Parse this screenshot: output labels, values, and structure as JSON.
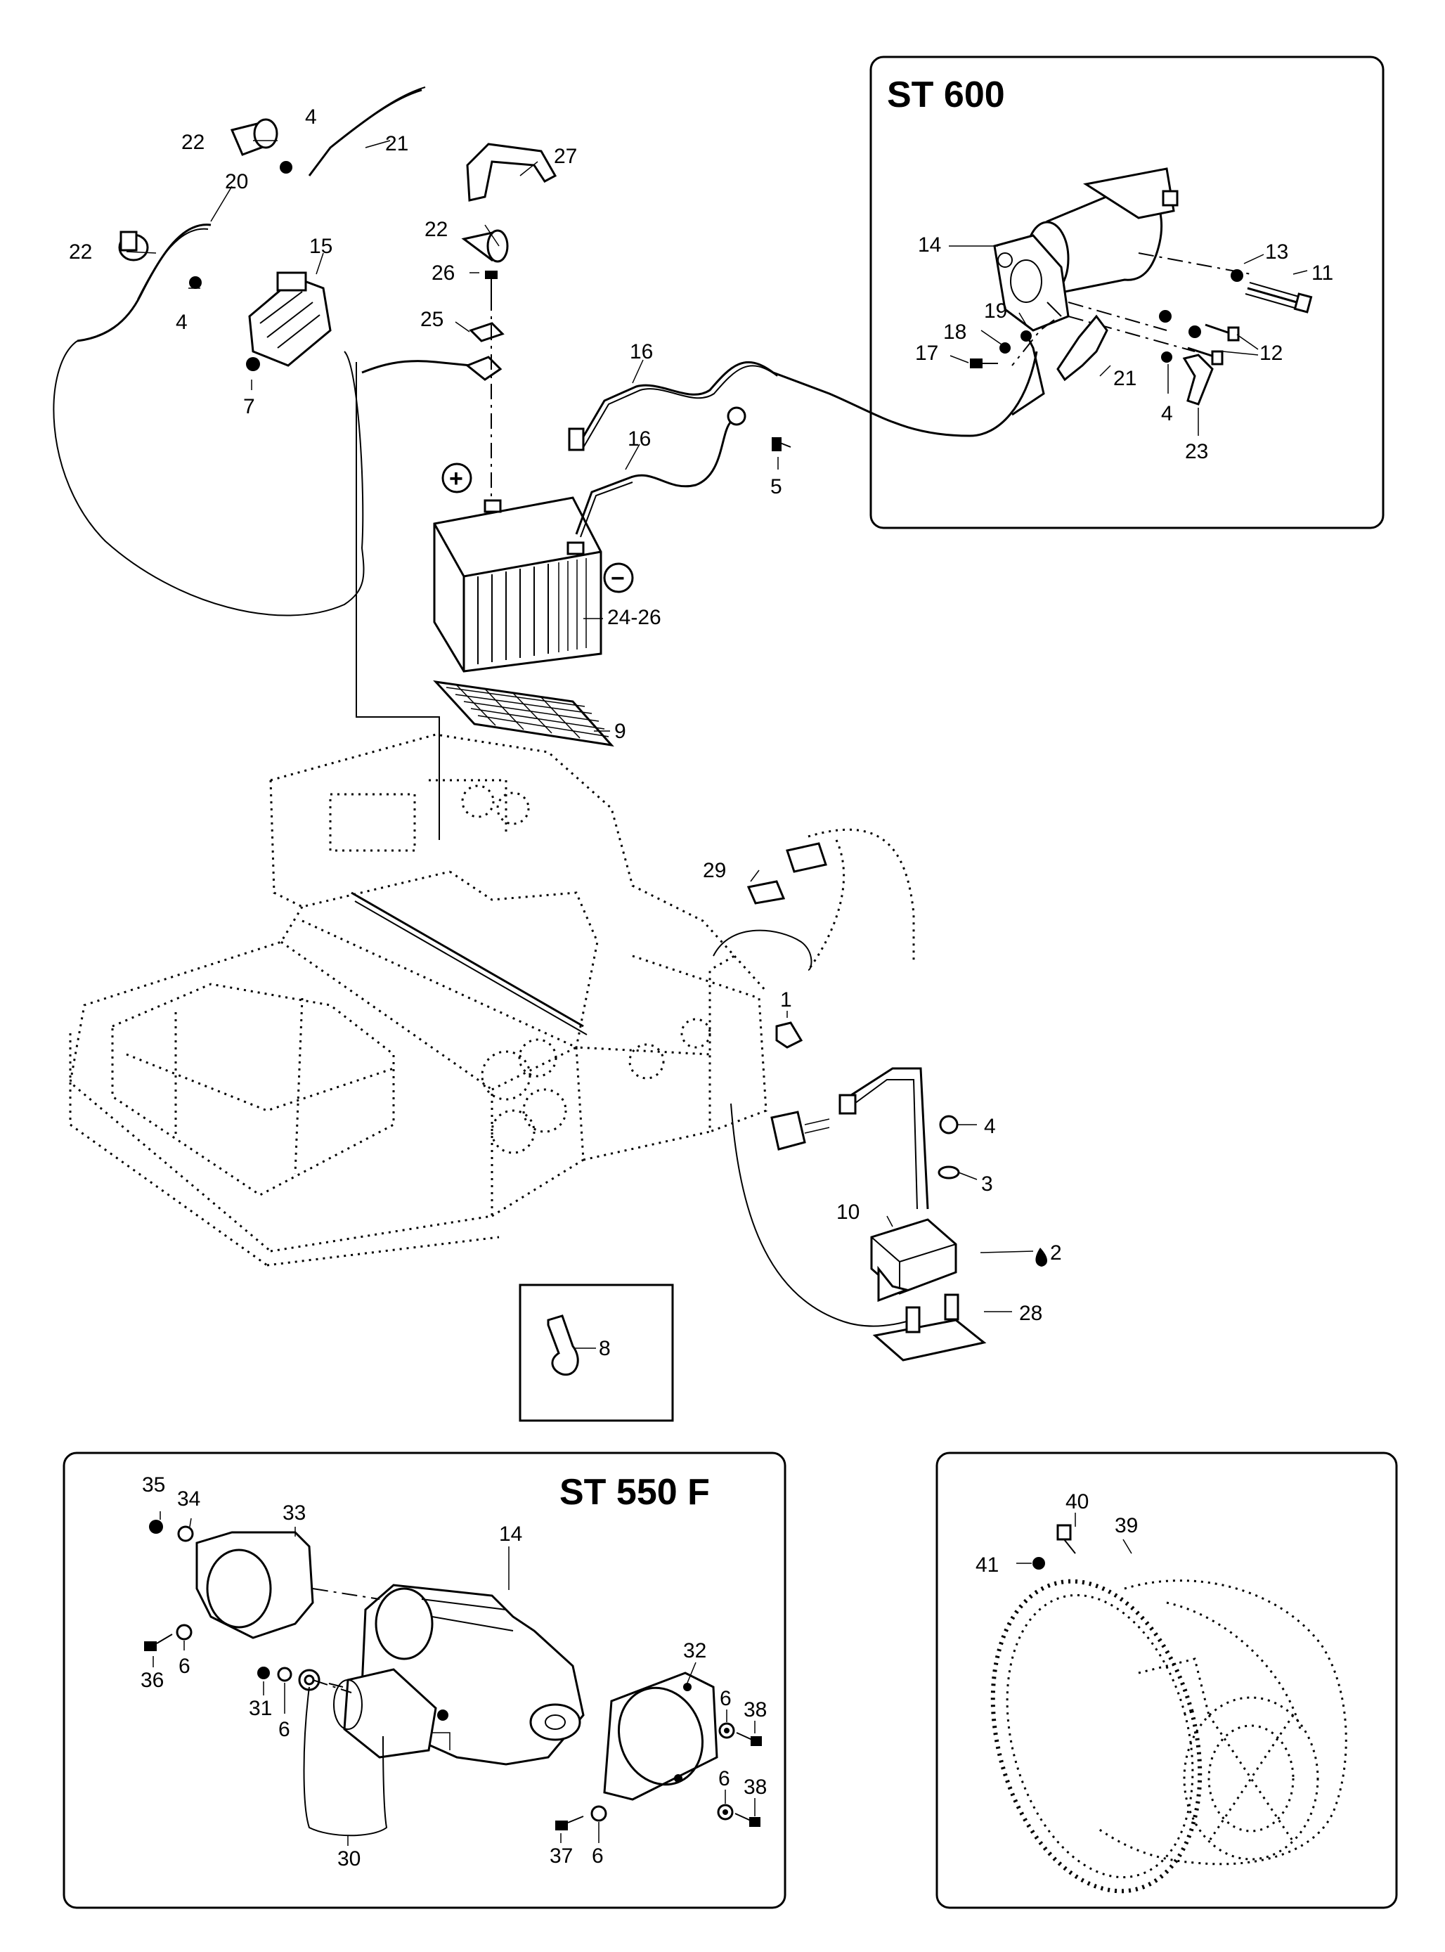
{
  "titles": {
    "st600": "ST 600",
    "st550f": "ST 550 F"
  },
  "polarity": {
    "plus": "+",
    "minus": "−"
  },
  "labels": {
    "l22a": "22",
    "l4a": "4",
    "l21a": "21",
    "l20": "20",
    "l22b": "22",
    "l15": "15",
    "l4b": "4",
    "l7": "7",
    "l27": "27",
    "l22c": "22",
    "l26a": "26",
    "l25": "25",
    "l16a": "16",
    "l16b": "16",
    "l5": "5",
    "l2426": "24-26",
    "l9": "9",
    "l29": "29",
    "l1": "1",
    "l4c": "4",
    "l3": "3",
    "l10": "10",
    "l2": "2",
    "l28": "28",
    "l8": "8",
    "st600_14": "14",
    "st600_13": "13",
    "st600_11": "11",
    "st600_19": "19",
    "st600_18": "18",
    "st600_17": "17",
    "st600_21": "21",
    "st600_12": "12",
    "st600_4": "4",
    "st600_23": "23",
    "st550_35": "35",
    "st550_34": "34",
    "st550_33": "33",
    "st550_14": "14",
    "st550_36": "36",
    "st550_6a": "6",
    "st550_31": "31",
    "st550_6b": "6",
    "st550_32": "32",
    "st550_6c": "6",
    "st550_38a": "38",
    "st550_6d": "6",
    "st550_38b": "38",
    "st550_37": "37",
    "st550_6e": "6",
    "st550_30": "30",
    "fw_40": "40",
    "fw_39": "39",
    "fw_41": "41"
  }
}
